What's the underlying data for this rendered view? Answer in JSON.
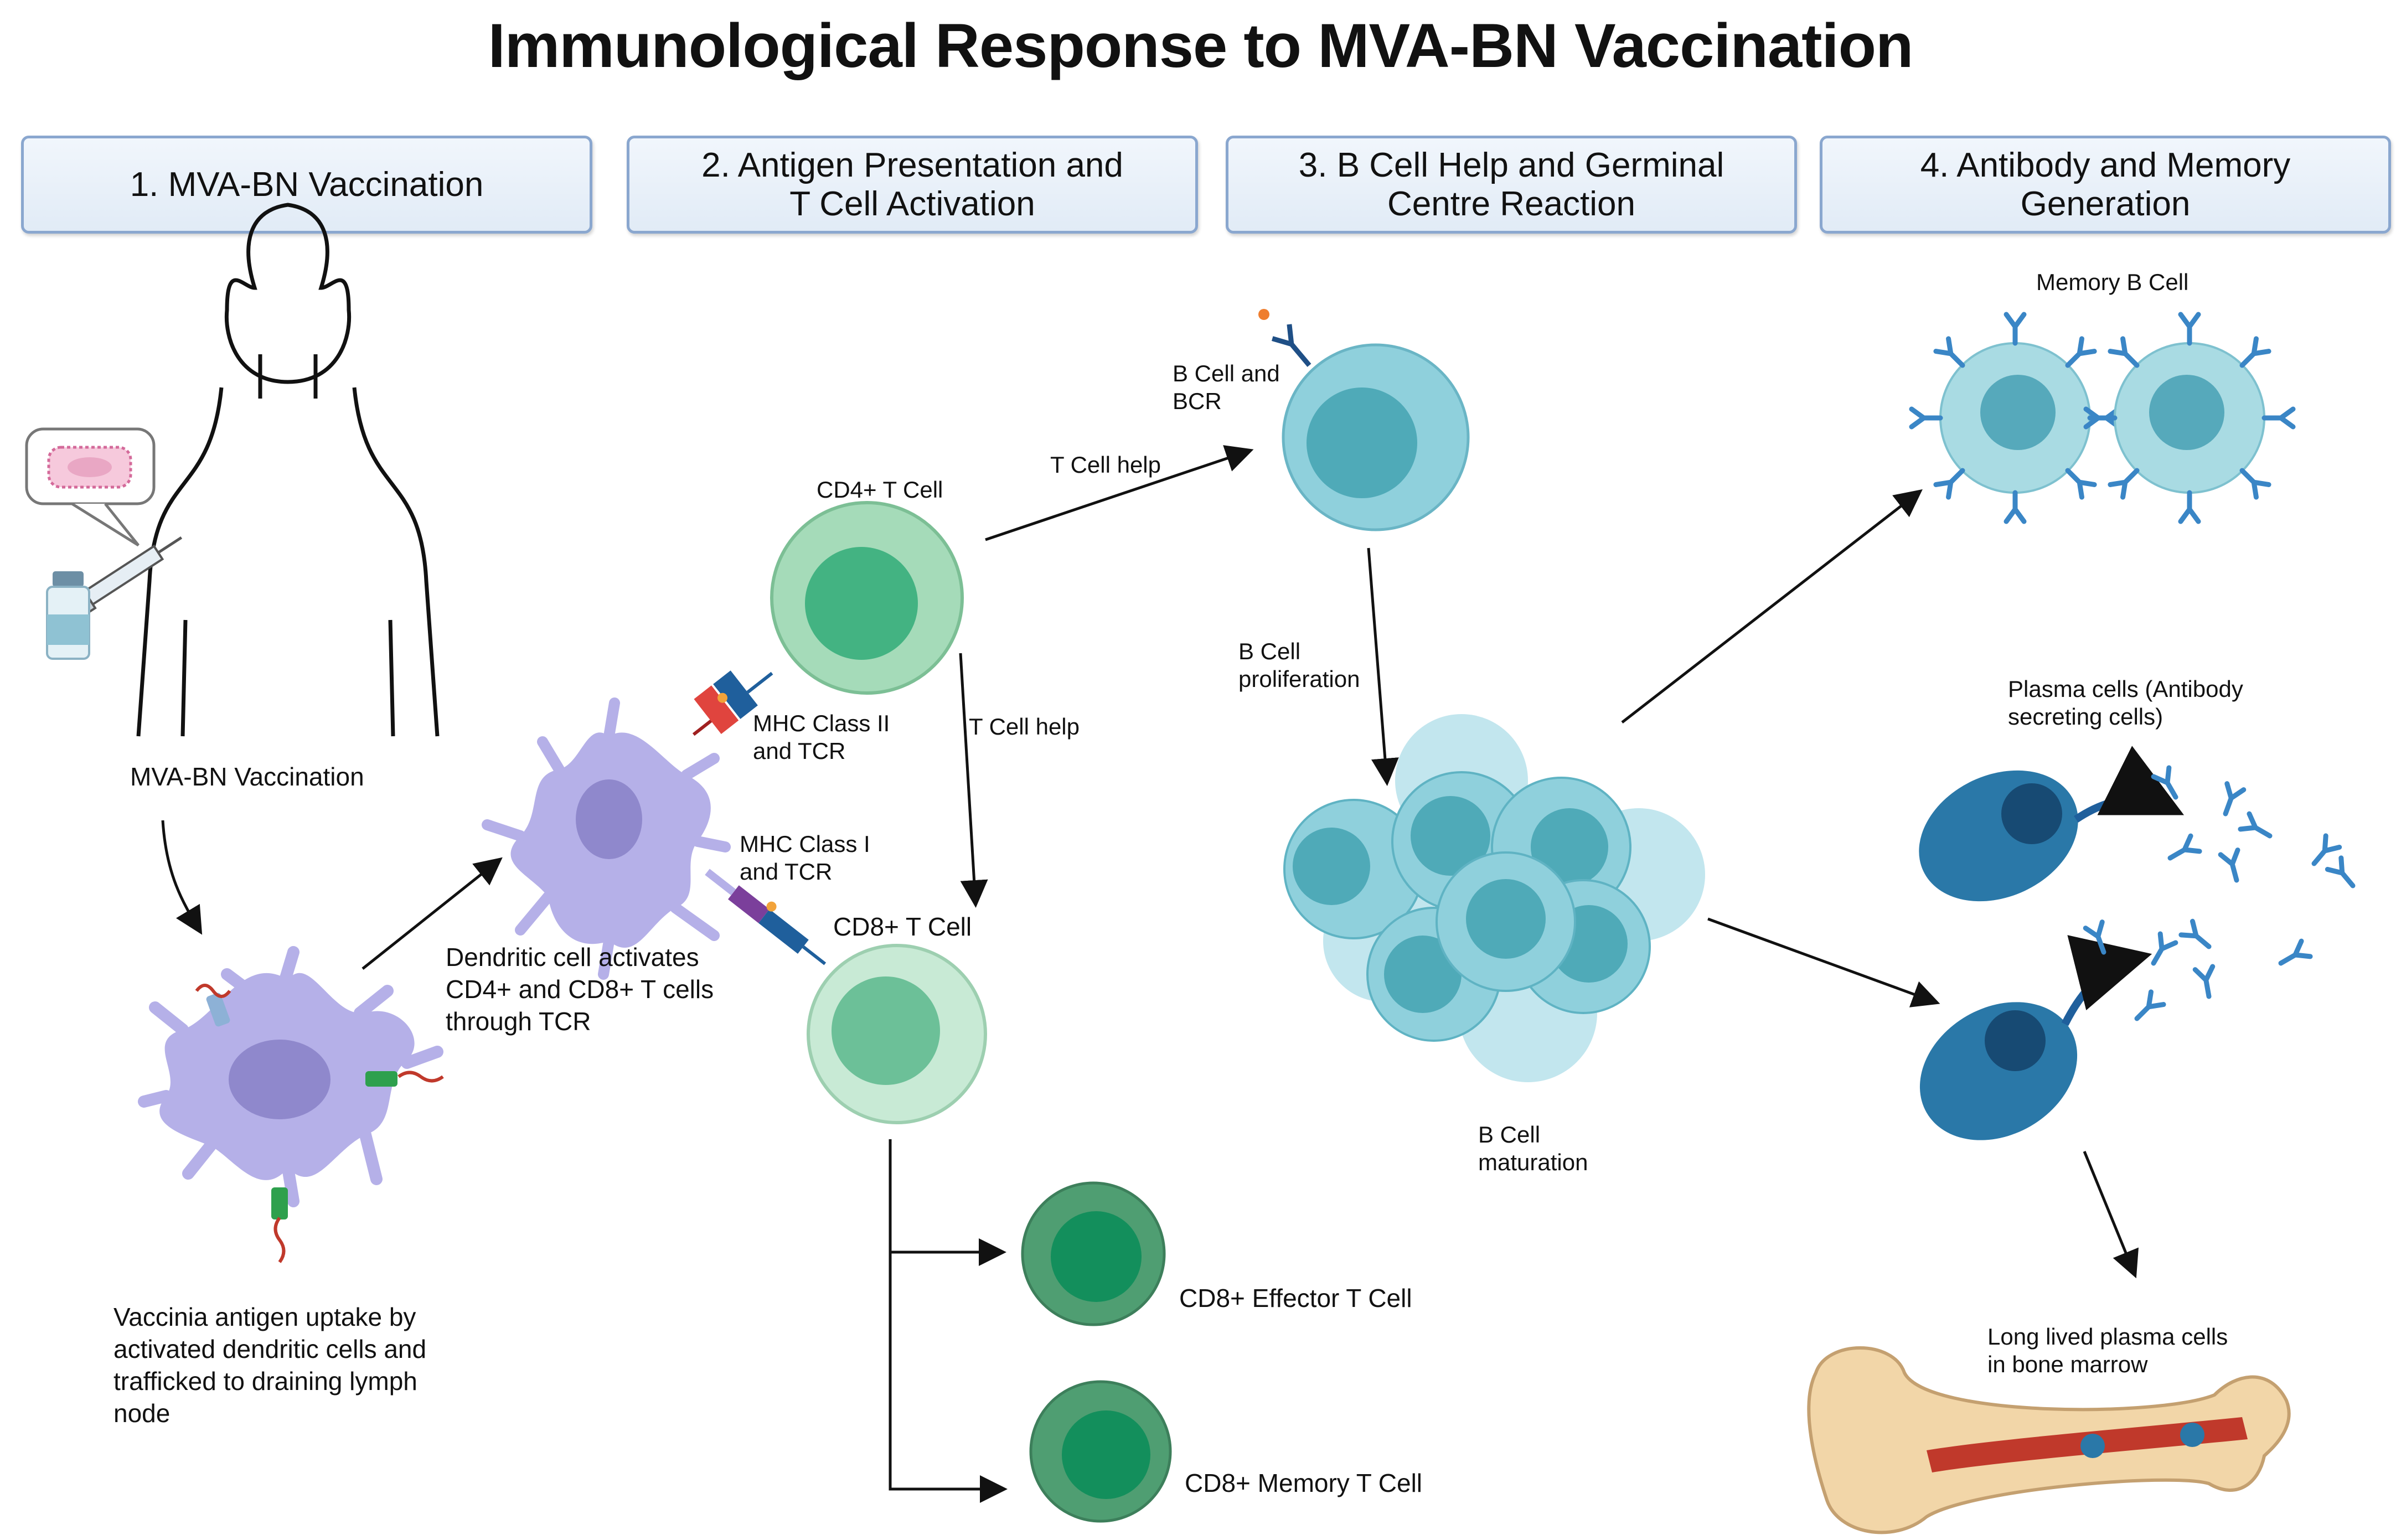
{
  "title": "Immunological Response to MVA-BN Vaccination",
  "stages": [
    {
      "label": "1.  MVA-BN Vaccination"
    },
    {
      "label": "2. Antigen Presentation and\nT Cell Activation"
    },
    {
      "label": "3. B Cell Help and Germinal\nCentre Reaction"
    },
    {
      "label": "4. Antibody and Memory\nGeneration"
    }
  ],
  "labels": {
    "vaccination": "MVA-BN Vaccination",
    "uptake": "Vaccinia antigen uptake by\nactivated dendritic cells and\ntrafficked to draining lymph\nnode",
    "dc_activates": "Dendritic cell activates\nCD4+ and CD8+ T cells\nthrough TCR",
    "cd4": "CD4+ T Cell",
    "cd8": "CD8+ T Cell",
    "mhc2": "MHC Class II\nand TCR",
    "mhc1": "MHC Class I\nand TCR",
    "t_help_1": "T Cell help",
    "t_help_2": "T Cell help",
    "b_cell_bcr": "B Cell and\nBCR",
    "b_prolif": "B Cell\nproliferation",
    "b_maturation": "B Cell\nmaturation",
    "cd8_effector": "CD8+ Effector T Cell",
    "cd8_memory": "CD8+ Memory T Cell",
    "memory_b": "Memory B Cell",
    "plasma": "Plasma cells (Antibody\nsecreting cells)",
    "long_lived": "Long lived plasma cells\nin bone marrow"
  },
  "colors": {
    "header_border": "#8aa7cf",
    "dendritic": "#b5b0e8",
    "cd4_cell": "#8fd1a8",
    "cd8_cell": "#c2e6cf",
    "effector_cell": "#4f9e72",
    "b_cell": "#8fd0dc",
    "plasma_cell": "#2a78a8",
    "antibody": "#3a86c6",
    "mhc2": "#e0443e",
    "mhc1": "#7b3f9b",
    "tcr": "#1f5f9c",
    "bone": "#f2d6a8"
  },
  "icons": [
    "human-silhouette-icon",
    "syringe-icon",
    "vaccine-vial-icon",
    "virus-particle-icon",
    "dendritic-cell-icon",
    "t-cell-icon",
    "b-cell-icon",
    "germinal-centre-icon",
    "plasma-cell-icon",
    "antibody-icon",
    "bone-marrow-icon"
  ]
}
